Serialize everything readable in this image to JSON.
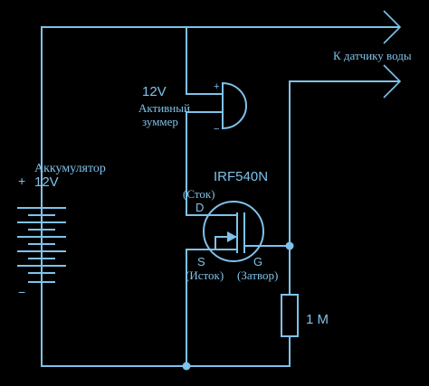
{
  "diagram": {
    "output_label": "К датчику воды",
    "battery": {
      "title": "Аккумулятор",
      "voltage": "12V",
      "plus": "+",
      "minus": "−"
    },
    "buzzer": {
      "voltage": "12V",
      "title_line1": "Активный",
      "title_line2": "зуммер",
      "plus": "+",
      "minus": "−"
    },
    "transistor": {
      "model": "IRF540N",
      "drain_desc": "(Сток)",
      "drain": "D",
      "source": "S",
      "gate": "G",
      "source_desc": "(Исток)",
      "gate_desc": "(Затвор)"
    },
    "resistor": {
      "value": "1 M"
    },
    "colors": {
      "line": "#7fc2ea",
      "background": "#000000"
    }
  }
}
